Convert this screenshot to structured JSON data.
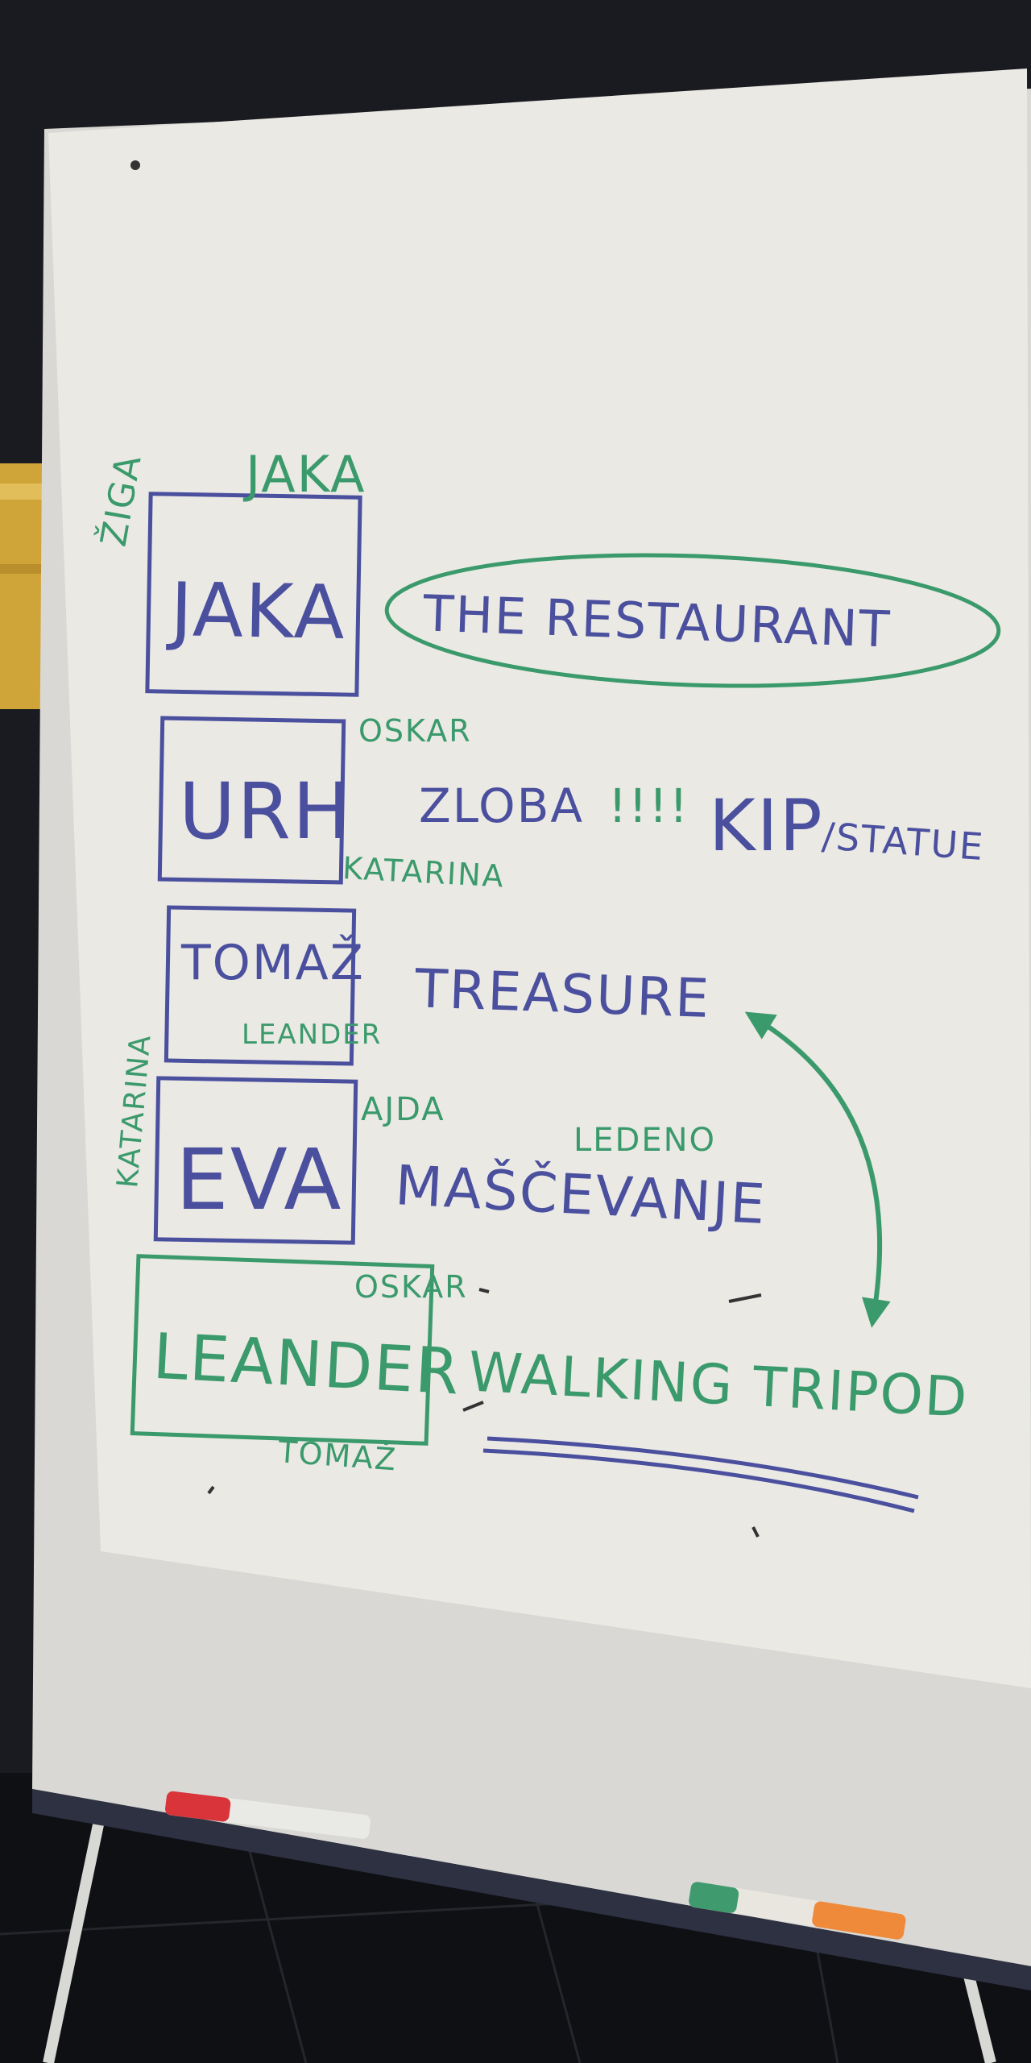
{
  "colors": {
    "blue_marker": "#4a4f9e",
    "green_marker": "#3b9a6c",
    "paper": "#ebe9e4",
    "board": "#d9d8d4",
    "floor": "#141519"
  },
  "board": {
    "rows": [
      {
        "name": "JAKA",
        "name_color": "blue",
        "above_label": "JAKA",
        "side_label": "ŽIGA",
        "theme": "THE RESTAURANT",
        "theme_circled": true
      },
      {
        "name": "URH",
        "name_color": "blue",
        "top_label": "OSKAR",
        "bottom_label": "KATARINA",
        "theme_main": "ZLOBA",
        "theme_marks": "!!!!",
        "theme_word": "KIP",
        "theme_translation": "/STATUE"
      },
      {
        "name": "TOMAŽ",
        "name_color": "blue",
        "inner_label": "LEANDER",
        "theme": "TREASURE"
      },
      {
        "name": "EVA",
        "name_color": "blue",
        "side_label": "KATARINA",
        "top_label": "AJDA",
        "theme_small": "LEDENO",
        "theme": "MAŠČEVANJE"
      },
      {
        "name": "LEANDER",
        "name_color": "green",
        "top_label": "OSKAR",
        "bottom_label": "TOMAŽ",
        "theme": "WALKING TRIPOD",
        "theme_underlined": true
      }
    ]
  }
}
